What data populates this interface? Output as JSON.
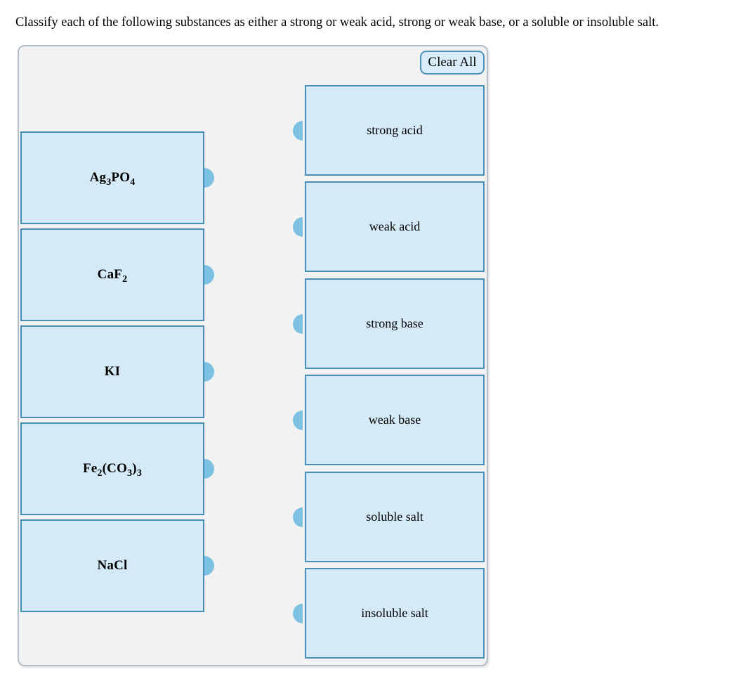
{
  "title": "Classify each of the following substances as either a strong or weak acid, strong or weak base, or a soluble or insoluble salt.",
  "colors": {
    "text": "#000000",
    "panel_bg": "#f2f2f3",
    "panel_border": "#b5bdc6",
    "card_fill": "#d5eaf7",
    "card_border": "#4a8db5",
    "connector": "#7cc1e1",
    "button_fill": "#d9edf9",
    "button_border": "#4d90b5"
  },
  "clear_all_button": {
    "label": "Clear All"
  },
  "substances": [
    {
      "formula": [
        [
          "t",
          "Ag"
        ],
        [
          "s",
          "3"
        ],
        [
          "t",
          "PO"
        ],
        [
          "s",
          "4"
        ]
      ]
    },
    {
      "formula": [
        [
          "t",
          "CaF"
        ],
        [
          "s",
          "2"
        ]
      ]
    },
    {
      "formula": [
        [
          "t",
          "KI"
        ]
      ]
    },
    {
      "formula": [
        [
          "t",
          "Fe"
        ],
        [
          "s",
          "2"
        ],
        [
          "t",
          "(CO"
        ],
        [
          "s",
          "3"
        ],
        [
          "t",
          ")"
        ],
        [
          "s",
          "3"
        ]
      ]
    },
    {
      "formula": [
        [
          "t",
          "NaCl"
        ]
      ]
    }
  ],
  "categories": [
    {
      "label": "strong acid"
    },
    {
      "label": "weak acid"
    },
    {
      "label": "strong base"
    },
    {
      "label": "weak base"
    },
    {
      "label": "soluble salt"
    },
    {
      "label": "insoluble salt"
    }
  ]
}
